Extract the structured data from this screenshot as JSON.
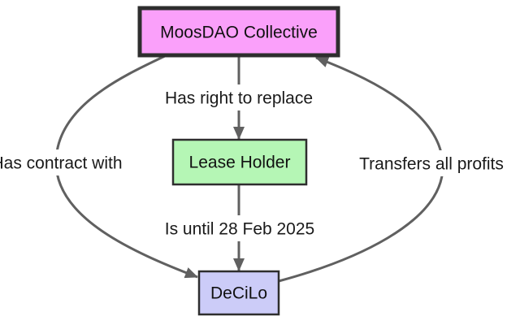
{
  "diagram": {
    "type": "flowchart",
    "background": "#ffffff",
    "colors": {
      "node_border": "#2e2e2e",
      "edge_stroke": "#606060",
      "text": "#111111"
    },
    "nodes": [
      {
        "id": "moosdao",
        "label": "MoosDAO Collective",
        "fill": "#faa0fa",
        "border_style": "thick"
      },
      {
        "id": "lease-holder",
        "label": "Lease Holder",
        "fill": "#b5f6b5",
        "border_style": "thin"
      },
      {
        "id": "decilo",
        "label": "DeCiLo",
        "fill": "#ccccf8",
        "border_style": "thin"
      }
    ],
    "edges": [
      {
        "from": "moosdao",
        "to": "lease-holder",
        "label": "Has right to replace"
      },
      {
        "from": "lease-holder",
        "to": "decilo",
        "label": "Is until 28 Feb 2025"
      },
      {
        "from": "moosdao",
        "to": "decilo",
        "label": "Has contract with"
      },
      {
        "from": "decilo",
        "to": "moosdao",
        "label": "Transfers all profits"
      }
    ]
  }
}
